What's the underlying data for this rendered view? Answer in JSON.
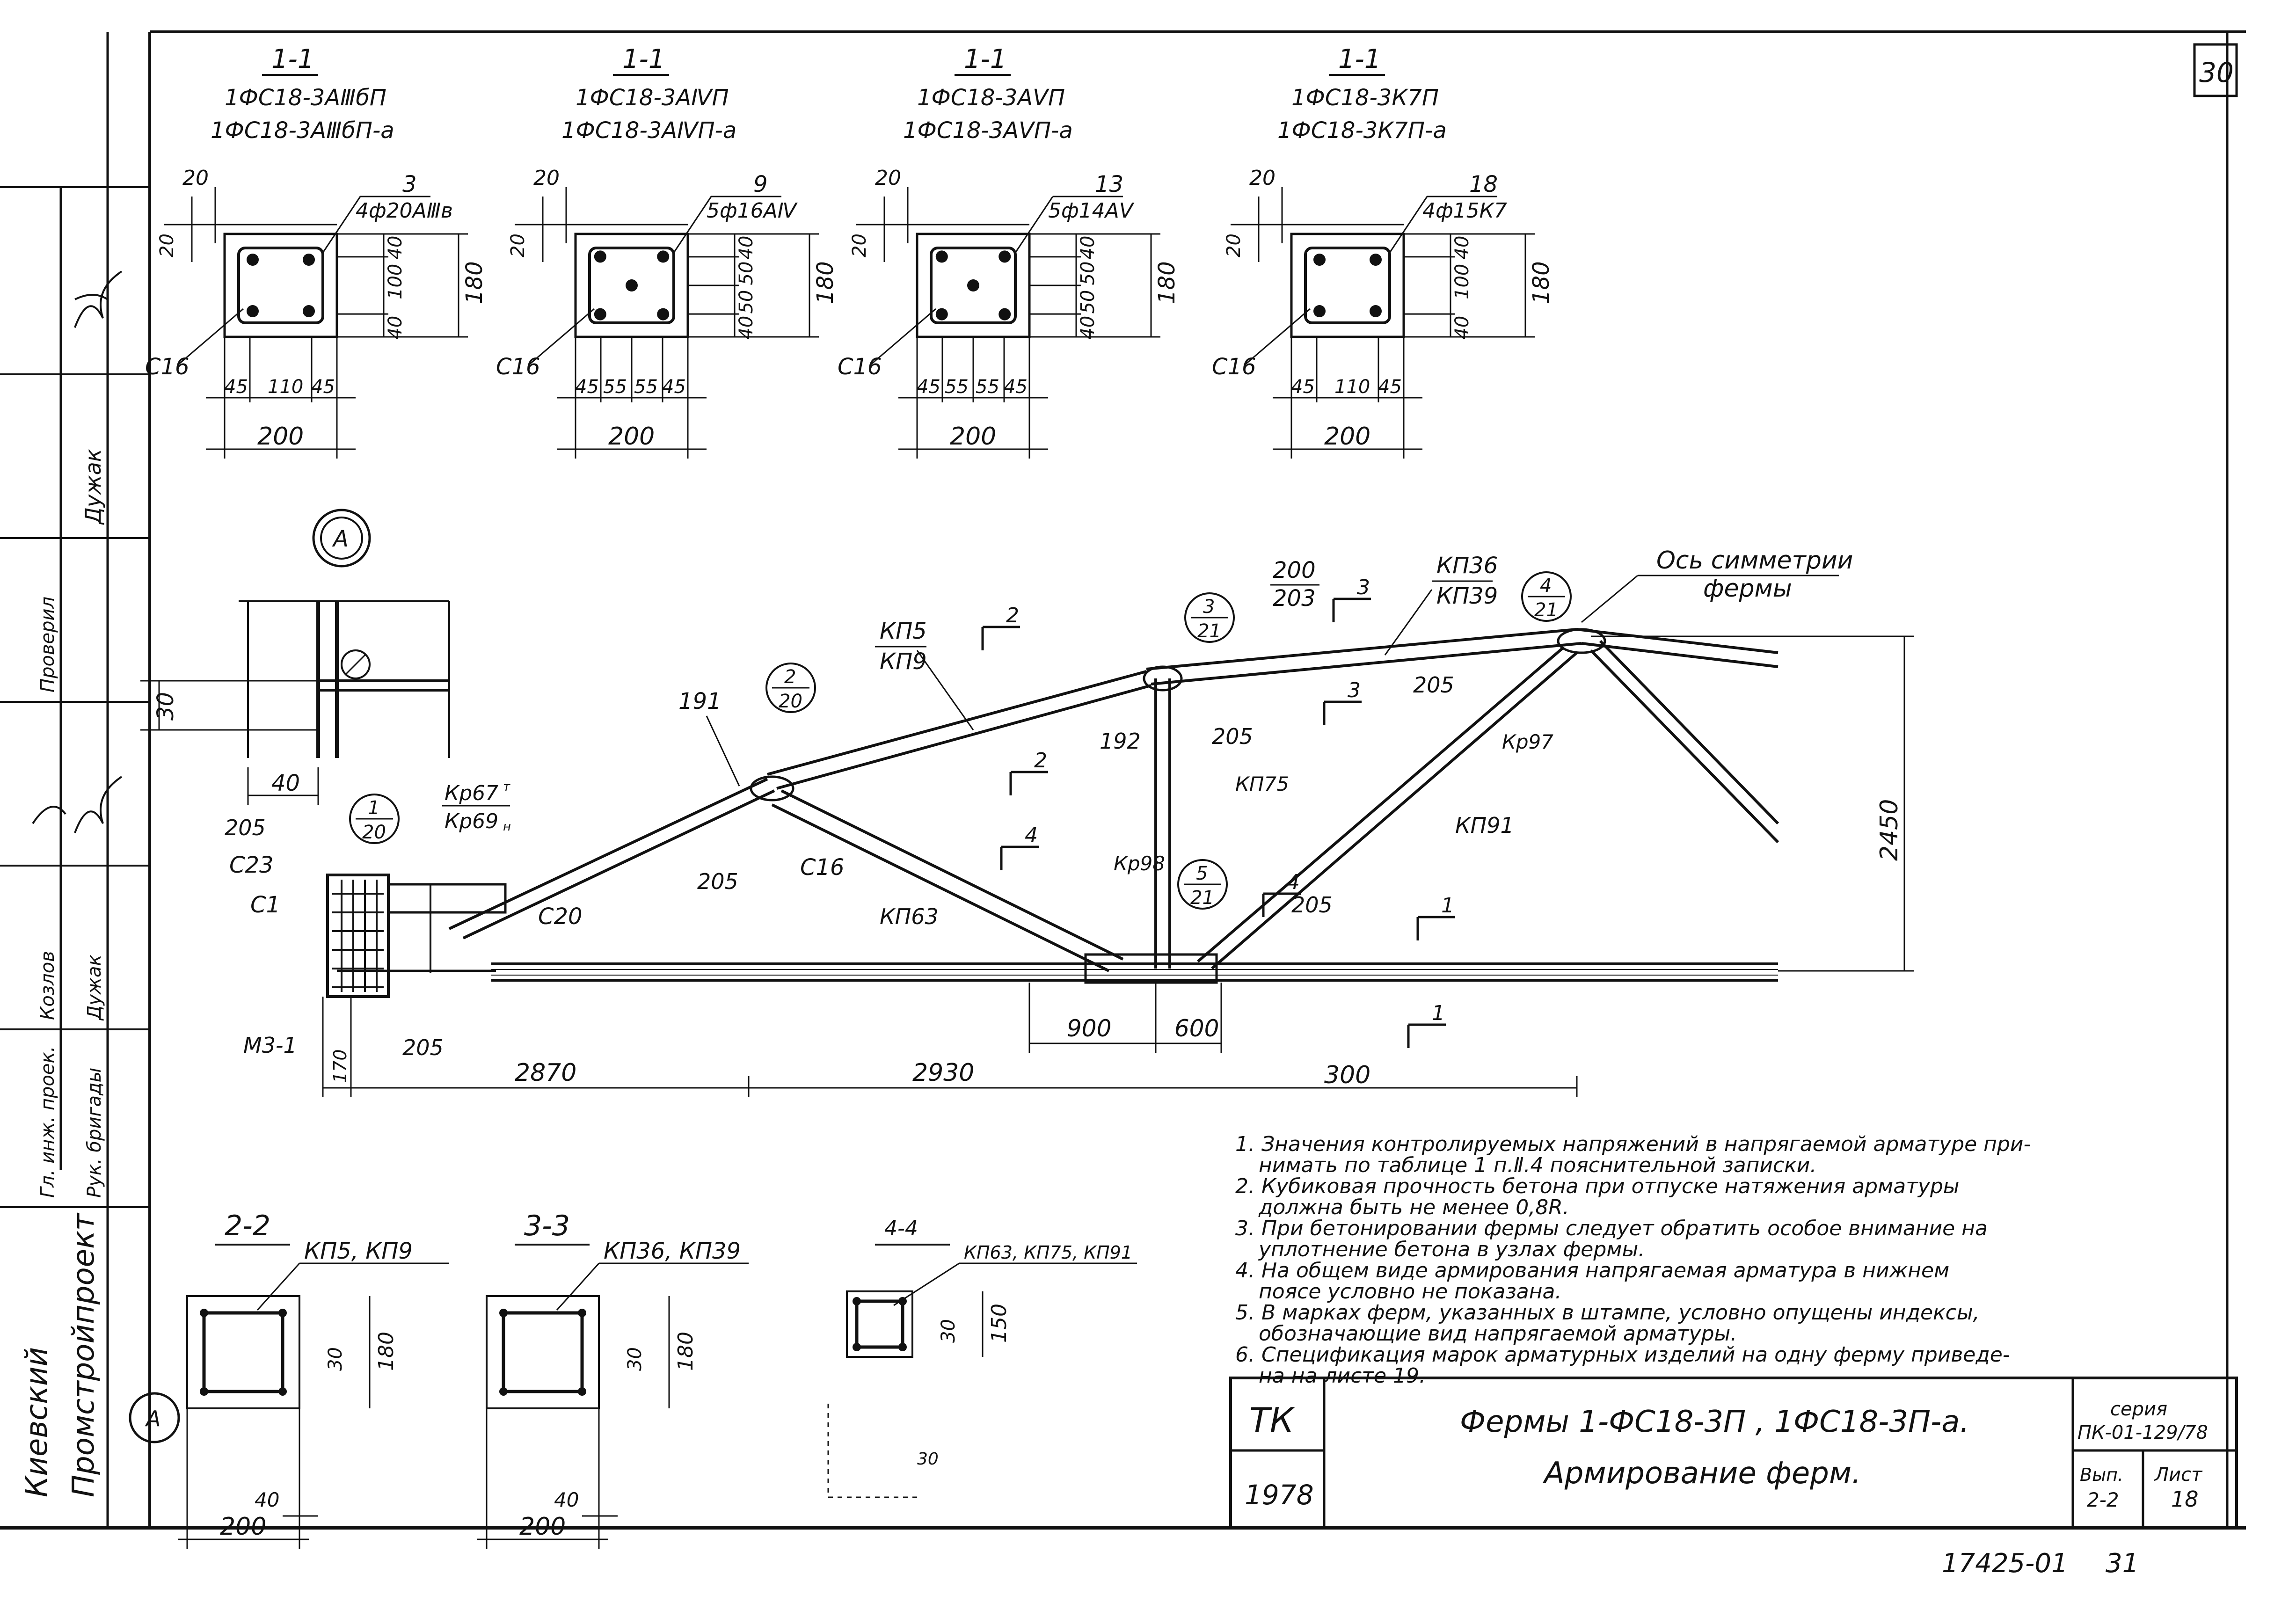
{
  "sheet_number": "30",
  "sections_top": [
    {
      "label": "1-1",
      "marks": [
        "1ФС18-3AⅢбП",
        "1ФС18-3AⅢбП-а"
      ],
      "bar_no": "3",
      "bar_spec": "4ф20AⅢв",
      "stirrup": "С16",
      "dims_h": [
        "45",
        "110",
        "45"
      ],
      "total": "200",
      "dims_v": [
        "40",
        "100",
        "40"
      ],
      "height": "180",
      "cover_top": "20",
      "cover_left": "20"
    },
    {
      "label": "1-1",
      "marks": [
        "1ФС18-3AⅣП",
        "1ФС18-3AⅣП-а"
      ],
      "bar_no": "9",
      "bar_spec": "5ф16AⅣ",
      "stirrup": "С16",
      "dims_h": [
        "45",
        "55",
        "55",
        "45"
      ],
      "total": "200",
      "dims_v": [
        "40",
        "50",
        "50",
        "40"
      ],
      "height": "180",
      "cover_top": "20",
      "cover_left": "20"
    },
    {
      "label": "1-1",
      "marks": [
        "1ФС18-3AⅤП",
        "1ФС18-3AⅤП-а"
      ],
      "bar_no": "13",
      "bar_spec": "5ф14AⅤ",
      "stirrup": "С16",
      "dims_h": [
        "45",
        "55",
        "55",
        "45"
      ],
      "total": "200",
      "dims_v": [
        "40",
        "50",
        "50",
        "40"
      ],
      "height": "180",
      "cover_top": "20",
      "cover_left": "20"
    },
    {
      "label": "1-1",
      "marks": [
        "1ФС18-3К7П",
        "1ФС18-3К7П-а"
      ],
      "bar_no": "18",
      "bar_spec": "4ф15К7",
      "stirrup": "С16",
      "dims_h": [
        "45",
        "110",
        "45"
      ],
      "total": "200",
      "dims_v": [
        "40",
        "100",
        "40"
      ],
      "height": "180",
      "cover_top": "20",
      "cover_left": "20"
    }
  ],
  "detail_a": {
    "label": "А",
    "dim_v": "30",
    "dim_h": "40"
  },
  "truss": {
    "node_markers": [
      {
        "top": "1",
        "bottom": "20"
      },
      {
        "top": "2",
        "bottom": "20"
      },
      {
        "top": "3",
        "bottom": "21"
      },
      {
        "top": "4",
        "bottom": "21"
      },
      {
        "top": "5",
        "bottom": "21"
      }
    ],
    "axis_label_1": "Ось симметрии",
    "axis_label_2": "фермы",
    "labels": {
      "kp5": "КП5",
      "kp9": "КП9",
      "kp36": "КП36",
      "kp39": "КП39",
      "n200": "200",
      "n203": "203",
      "n191": "191",
      "n192": "192",
      "n205": "205",
      "kp75": "КП75",
      "kp91": "КП91",
      "kr97": "Кр97",
      "kr98": "Кр98",
      "kp63": "КП63",
      "c16": "С16",
      "c20": "С20",
      "c23": "С23",
      "c1": "С1",
      "m31": "М3-1",
      "kr67": "Кр67",
      "kr69": "Кр69",
      "sup": "т",
      "sub": "н"
    },
    "section_marks": [
      "2",
      "2",
      "3",
      "3",
      "4",
      "4",
      "1",
      "1"
    ],
    "height_dim": "2450",
    "dims_bottom": [
      "170",
      "2870",
      "2930",
      "300"
    ],
    "dims_mid": [
      "900",
      "600"
    ]
  },
  "sections_bottom": [
    {
      "label": "2-2",
      "marks": "КП5, КП9",
      "dim_cover": "30",
      "dim_side": "40",
      "height": "180",
      "total": "200"
    },
    {
      "label": "3-3",
      "marks": "КП36, КП39",
      "dim_cover": "30",
      "dim_side": "40",
      "height": "180",
      "total": "200"
    },
    {
      "label": "4-4",
      "marks": "КП63, КП75, КП91",
      "dim_cover": "30",
      "height": "150",
      "cover2": "30"
    }
  ],
  "notes": [
    "1. Значения контролируемых напряжений в напрягаемой арматуре при-",
    "нимать по таблице 1 п.Ⅱ.4 пояснительной записки.",
    "2. Кубиковая прочность бетона при отпуске натяжения арматуры",
    "должна быть не менее 0,8R.",
    "3. При бетонировании фермы следует обратить особое внимание на",
    "уплотнение бетона в узлах фермы.",
    "4. На общем виде армирования напрягаемая арматура в нижнем",
    "поясе условно не показана.",
    "5. В марках ферм, указанных в штампе, условно опущены индексы,",
    "обозначающие вид напрягаемой арматуры.",
    "6. Спецификация марок арматурных изделий на одну ферму приведе-",
    "на на листе 19."
  ],
  "side_stamp": {
    "org_1": "Киевский",
    "org_2": "Промстройпроект",
    "rows": [
      "Рук. бригады",
      "Гл. инж. проек.",
      "Дужак",
      "Козлов",
      "Проверил",
      "Дужак"
    ]
  },
  "title_block": {
    "code": "ТК",
    "year": "1978",
    "title_1": "Фермы 1-ФС18-3П , 1ФС18-3П-а.",
    "title_2": "Армирование ферм.",
    "series_label": "серия",
    "series": "ПК-01-129/78",
    "issue_label": "Вып.",
    "issue": "2-2",
    "sheet_label": "Лист",
    "sheet": "18"
  },
  "archive_no": "17425-01",
  "archive_sheet": "31"
}
